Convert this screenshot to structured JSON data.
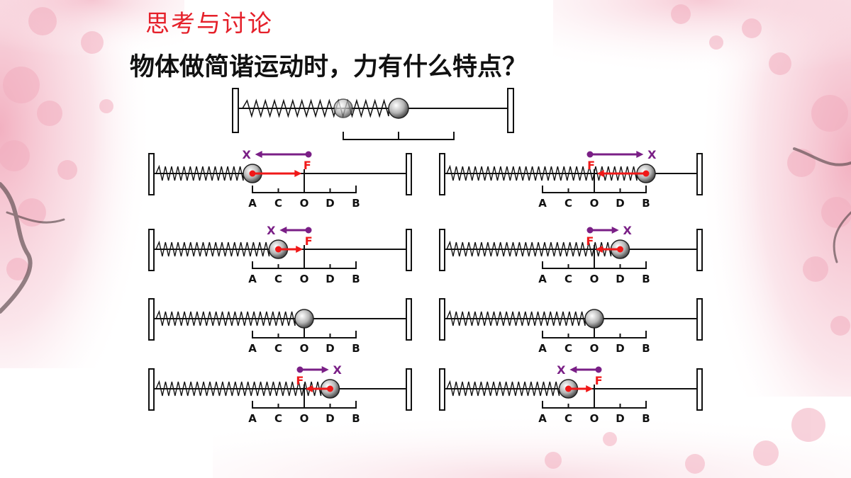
{
  "slide": {
    "heading": "思考与讨论",
    "question": "物体做简谐运动时，力有什么特点？"
  },
  "colors": {
    "heading": "#e5202a",
    "force_arrow": "#f01818",
    "displacement_arrow": "#7a1f86",
    "line": "#111111",
    "blossom": "#f2aebf"
  },
  "diagram": {
    "tick_labels": [
      "A",
      "C",
      "O",
      "D",
      "B"
    ],
    "displacement_label": "X",
    "force_label": "F",
    "panels": [
      {
        "name": "left-1",
        "ball_at": "A",
        "show_vectors": true
      },
      {
        "name": "left-2",
        "ball_at": "C",
        "show_vectors": true
      },
      {
        "name": "left-3",
        "ball_at": "O",
        "show_vectors": false
      },
      {
        "name": "left-4",
        "ball_at": "D",
        "show_vectors": true
      },
      {
        "name": "right-1",
        "ball_at": "B",
        "show_vectors": true
      },
      {
        "name": "right-2",
        "ball_at": "D",
        "show_vectors": true
      },
      {
        "name": "right-3",
        "ball_at": "O",
        "show_vectors": false
      },
      {
        "name": "right-4",
        "ball_at": "C",
        "show_vectors": true
      }
    ]
  }
}
